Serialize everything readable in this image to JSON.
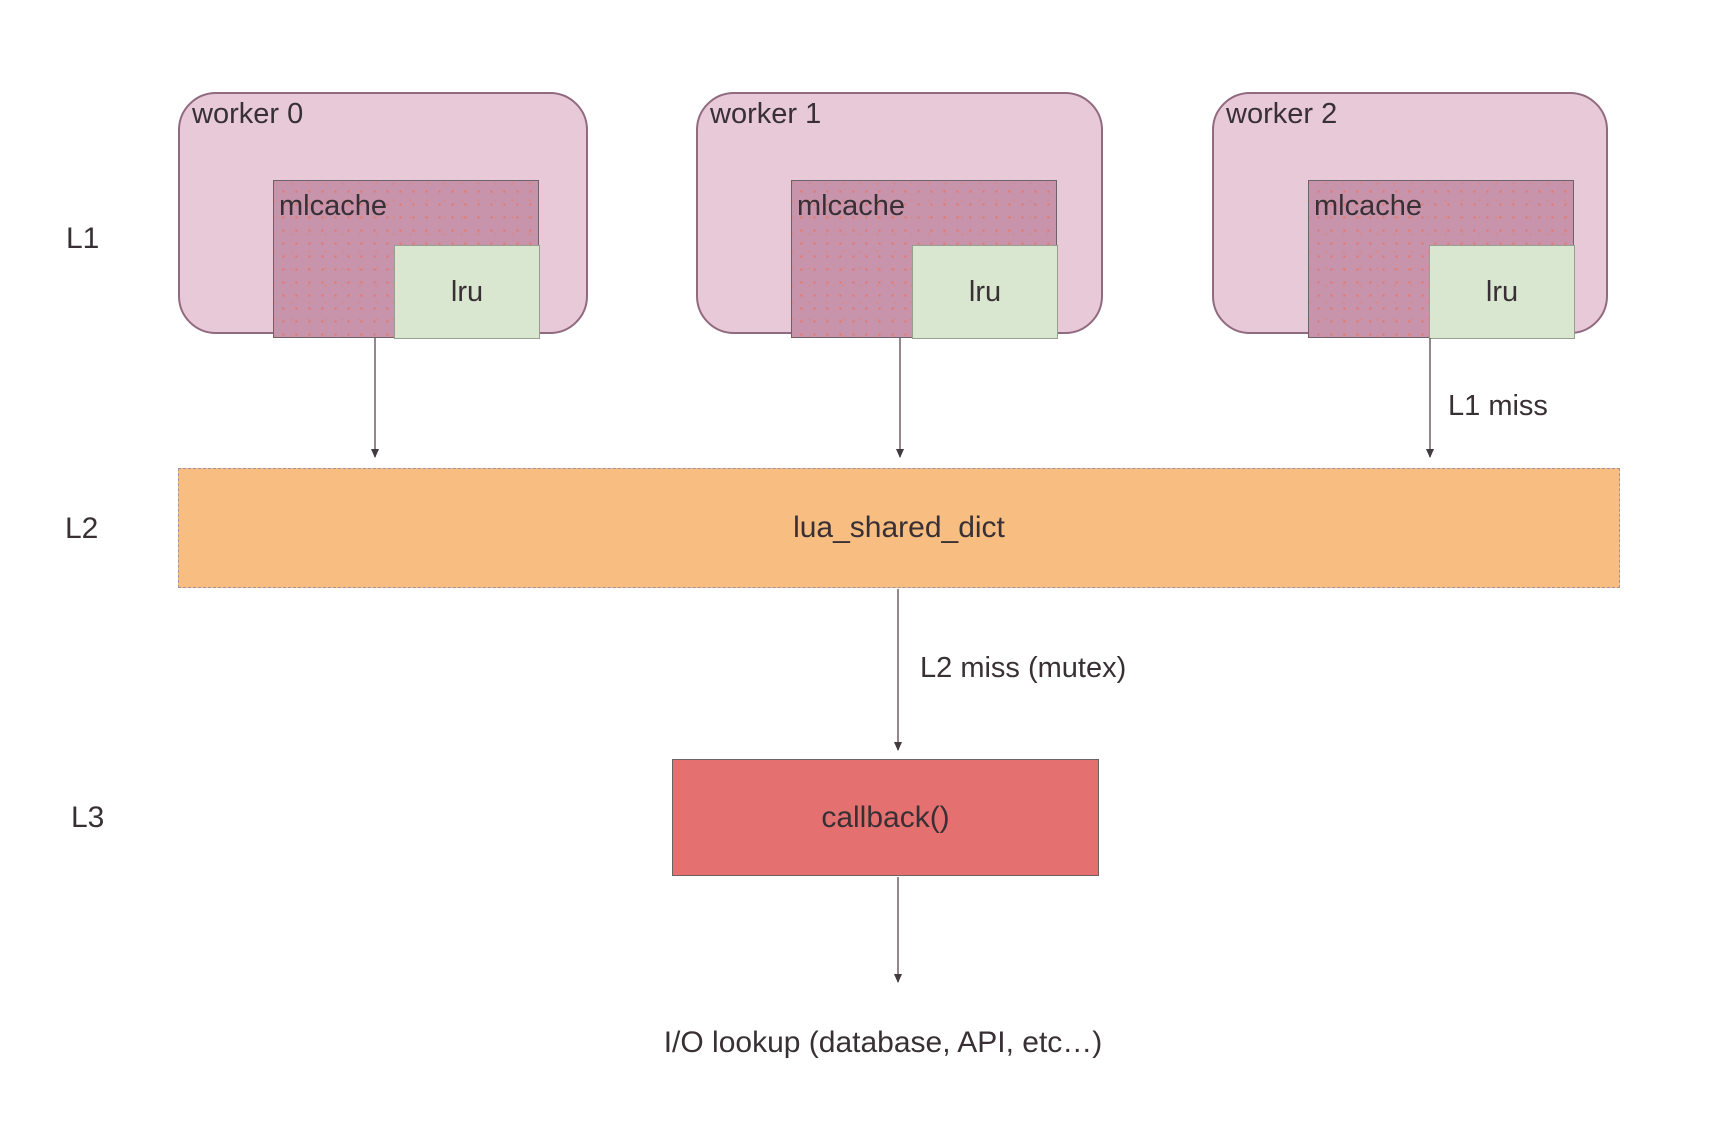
{
  "diagram": {
    "levels": [
      {
        "label": "L1"
      },
      {
        "label": "L2"
      },
      {
        "label": "L3"
      }
    ],
    "workers": [
      {
        "title": "worker 0",
        "cache_label": "mlcache",
        "lru_label": "lru"
      },
      {
        "title": "worker 1",
        "cache_label": "mlcache",
        "lru_label": "lru"
      },
      {
        "title": "worker 2",
        "cache_label": "mlcache",
        "lru_label": "lru"
      }
    ],
    "l2_box": {
      "label": "lua_shared_dict"
    },
    "l3_box": {
      "label": "callback()"
    },
    "edge_labels": {
      "l1_miss": "L1 miss",
      "l2_miss": "L2 miss (mutex)"
    },
    "io_text": "I/O lookup (database, API, etc…)",
    "colors": {
      "worker_fill": "#e8c9d8",
      "worker_border": "#926a80",
      "mlcache_fill": "#c794ab",
      "mlcache_dots": "#e4796b",
      "lru_fill": "#d9e7d1",
      "l2_fill": "#f7bd81",
      "l3_fill": "#e57070",
      "text": "#383034",
      "arrow": "#6f6169",
      "background": "#ffffff"
    }
  }
}
